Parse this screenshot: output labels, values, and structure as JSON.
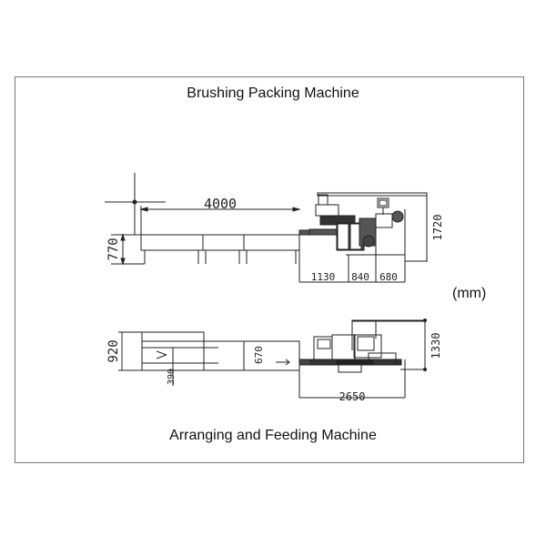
{
  "titles": {
    "top": "Brushing Packing Machine",
    "bottom": "Arranging and Feeding Machine"
  },
  "unit": "(mm)",
  "side_view": {
    "dimensions": {
      "conveyor_length": "4000",
      "conveyor_height": "770",
      "machine_height": "1720",
      "segment_1": "1130",
      "segment_2": "840",
      "segment_3": "680"
    }
  },
  "top_view": {
    "dimensions": {
      "feeder_width": "920",
      "lane_width": "390",
      "conveyor_width": "670",
      "machine_width": "1330",
      "machine_length": "2650"
    }
  },
  "colors": {
    "line": "#222222",
    "frame": "#777777"
  }
}
